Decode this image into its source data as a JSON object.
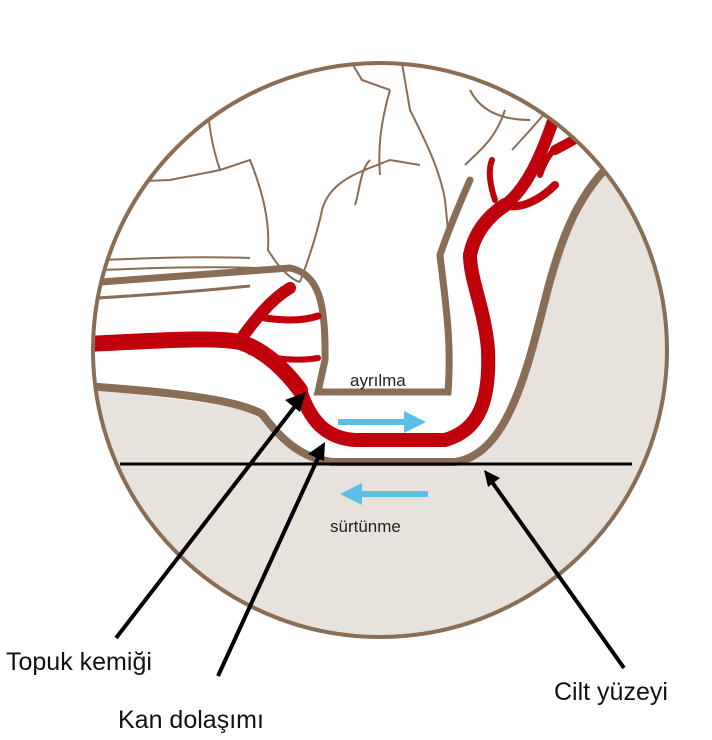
{
  "labels": {
    "separation": "ayrılma",
    "friction": "sürtünme",
    "heel_bone": "Topuk kemiği",
    "blood_circulation": "Kan dolaşımı",
    "skin_surface": "Cilt yüzeyi"
  },
  "colors": {
    "tissue_outline": "#8a6d55",
    "vessel": "#c0000b",
    "ground": "#e8e2dd",
    "arrow_blue": "#5bbfe8",
    "line_black": "#000000"
  }
}
